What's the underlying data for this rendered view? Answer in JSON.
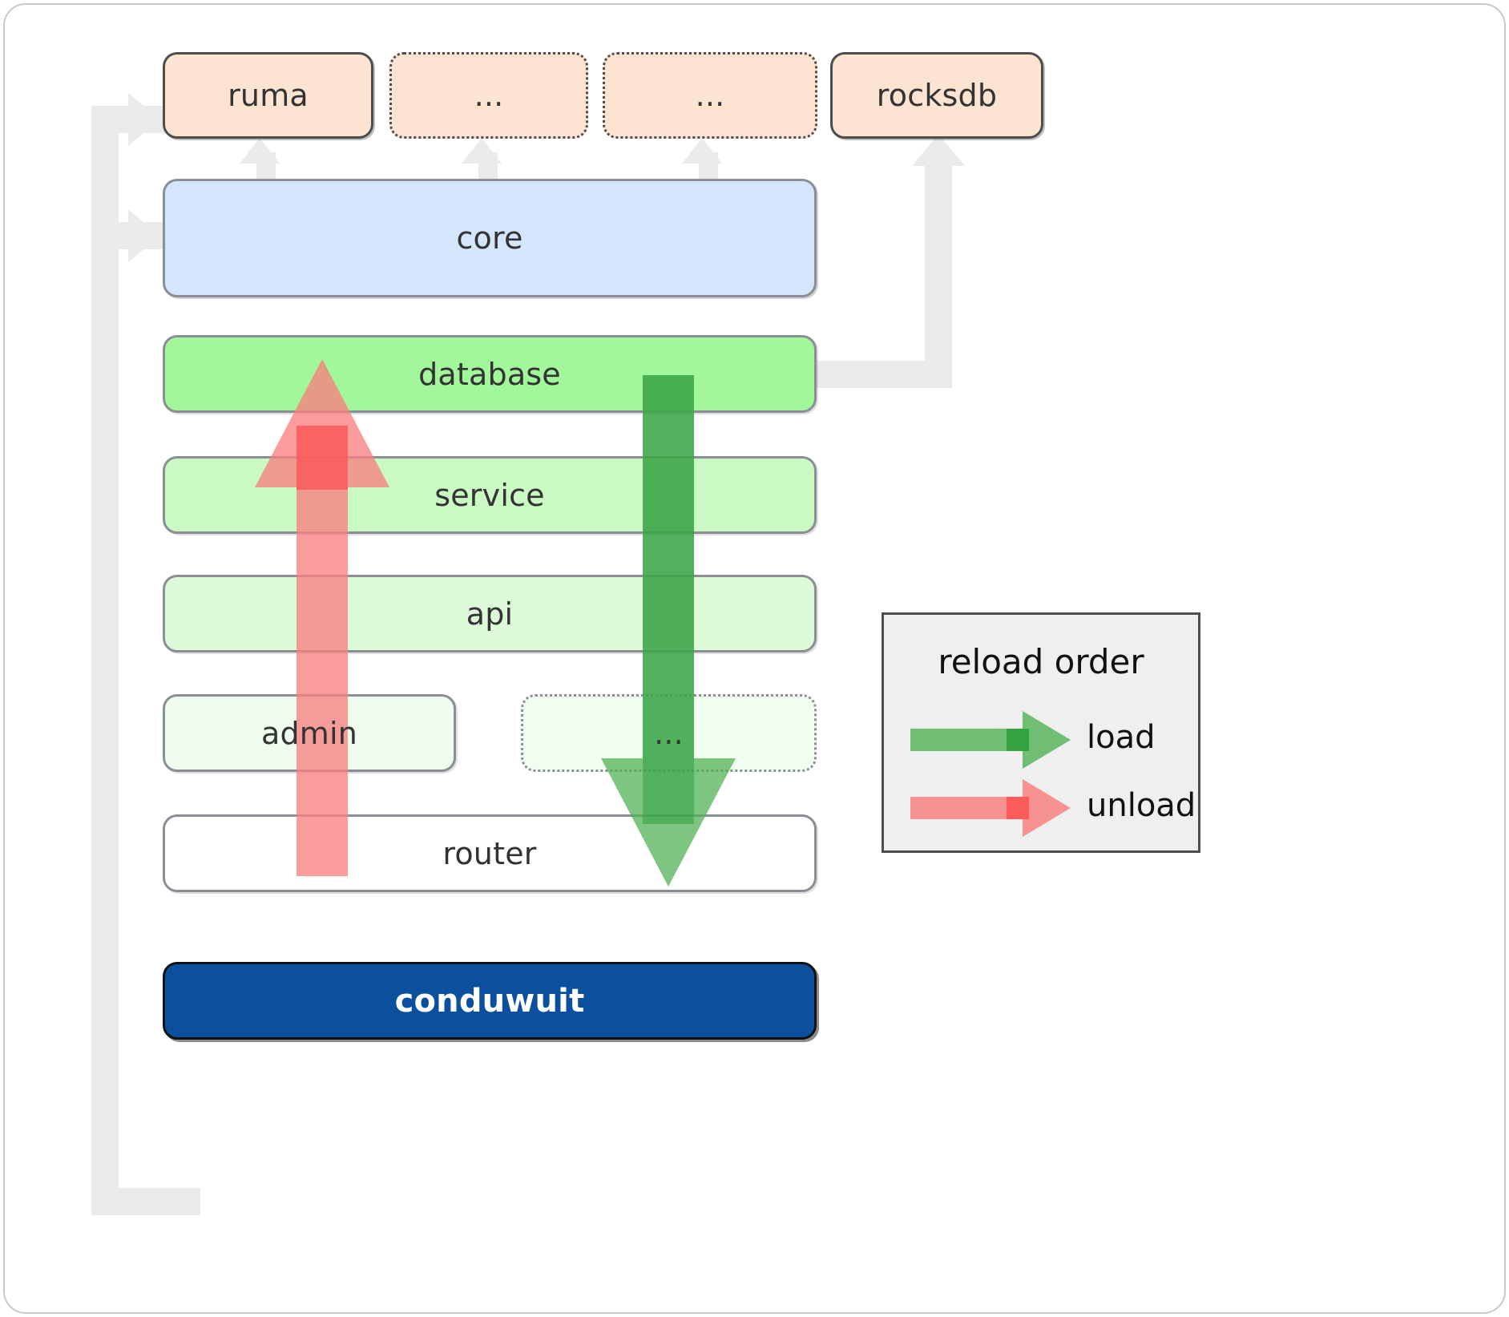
{
  "diagram": {
    "title": "conduwuit crate dependency / reload order diagram",
    "external_crates": [
      {
        "label": "ruma",
        "style": "solid"
      },
      {
        "label": "...",
        "style": "dotted"
      },
      {
        "label": "...",
        "style": "dotted"
      },
      {
        "label": "rocksdb",
        "style": "solid"
      }
    ],
    "core": {
      "label": "core"
    },
    "layers": [
      {
        "label": "database",
        "shade": "#a1f79a",
        "style": "solid"
      },
      {
        "label": "service",
        "shade": "#caf9c4",
        "style": "solid"
      },
      {
        "label": "api",
        "shade": "#ddfbd8",
        "style": "solid"
      },
      {
        "label": "admin",
        "shade": "#eefded",
        "style": "solid"
      },
      {
        "label": "...",
        "shade": "#eefded",
        "style": "dotted"
      },
      {
        "label": "router",
        "shade": "#ffffff",
        "style": "solid"
      }
    ],
    "root": {
      "label": "conduwuit"
    },
    "legend": {
      "title": "reload order",
      "entries": [
        {
          "label": "load",
          "color": "#4caf50",
          "direction": "down"
        },
        {
          "label": "unload",
          "color": "#f98080",
          "direction": "up"
        }
      ]
    },
    "colors": {
      "external_fill": "#fde3d2",
      "external_border": "#4d4d4d",
      "core_fill": "#d4e6fb",
      "layer_border": "#8a8f96",
      "root_fill": "#0b4f9e",
      "root_text": "#ffffff",
      "connector": "#ebebeb",
      "load_arrow": "#4caf50",
      "unload_arrow": "#f98080",
      "legend_fill": "#efefef",
      "legend_border": "#4d4d4d",
      "text": "#333333"
    }
  }
}
